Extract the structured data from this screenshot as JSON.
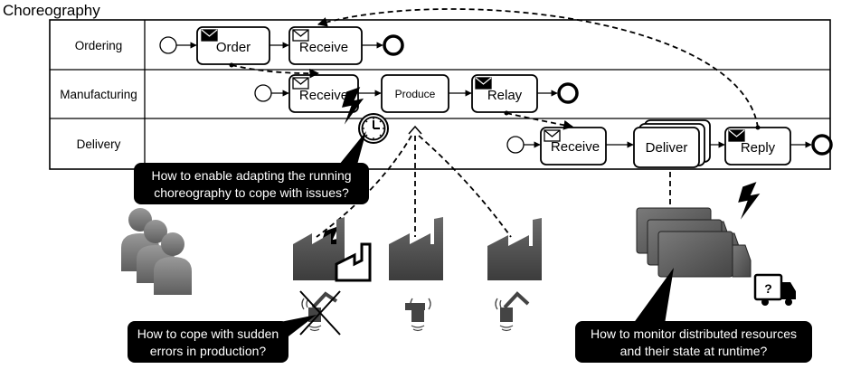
{
  "title": "Choreography",
  "lanes": [
    {
      "id": "ordering",
      "label": "Ordering"
    },
    {
      "id": "manufacturing",
      "label": "Manufacturing"
    },
    {
      "id": "delivery",
      "label": "Delivery"
    }
  ],
  "tasks": {
    "order": "Order",
    "receive_ordering": "Receive",
    "receive_manufacturing": "Receive",
    "produce": "Produce",
    "relay": "Relay",
    "receive_delivery": "Receive",
    "deliver": "Deliver",
    "reply": "Reply"
  },
  "callouts": {
    "adapt": [
      "How to enable adapting the running",
      "choreography to cope with issues?"
    ],
    "errors": [
      "How to cope with sudden",
      "errors in production?"
    ],
    "monitor": [
      "How to monitor distributed resources",
      "and their state at runtime?"
    ]
  },
  "truck_badge": "?",
  "colors": {
    "callout_bg": "#000000",
    "callout_text": "#ffffff",
    "factory": "#4d4d4d",
    "people": "#777777",
    "truck": "#5a5a5a"
  }
}
